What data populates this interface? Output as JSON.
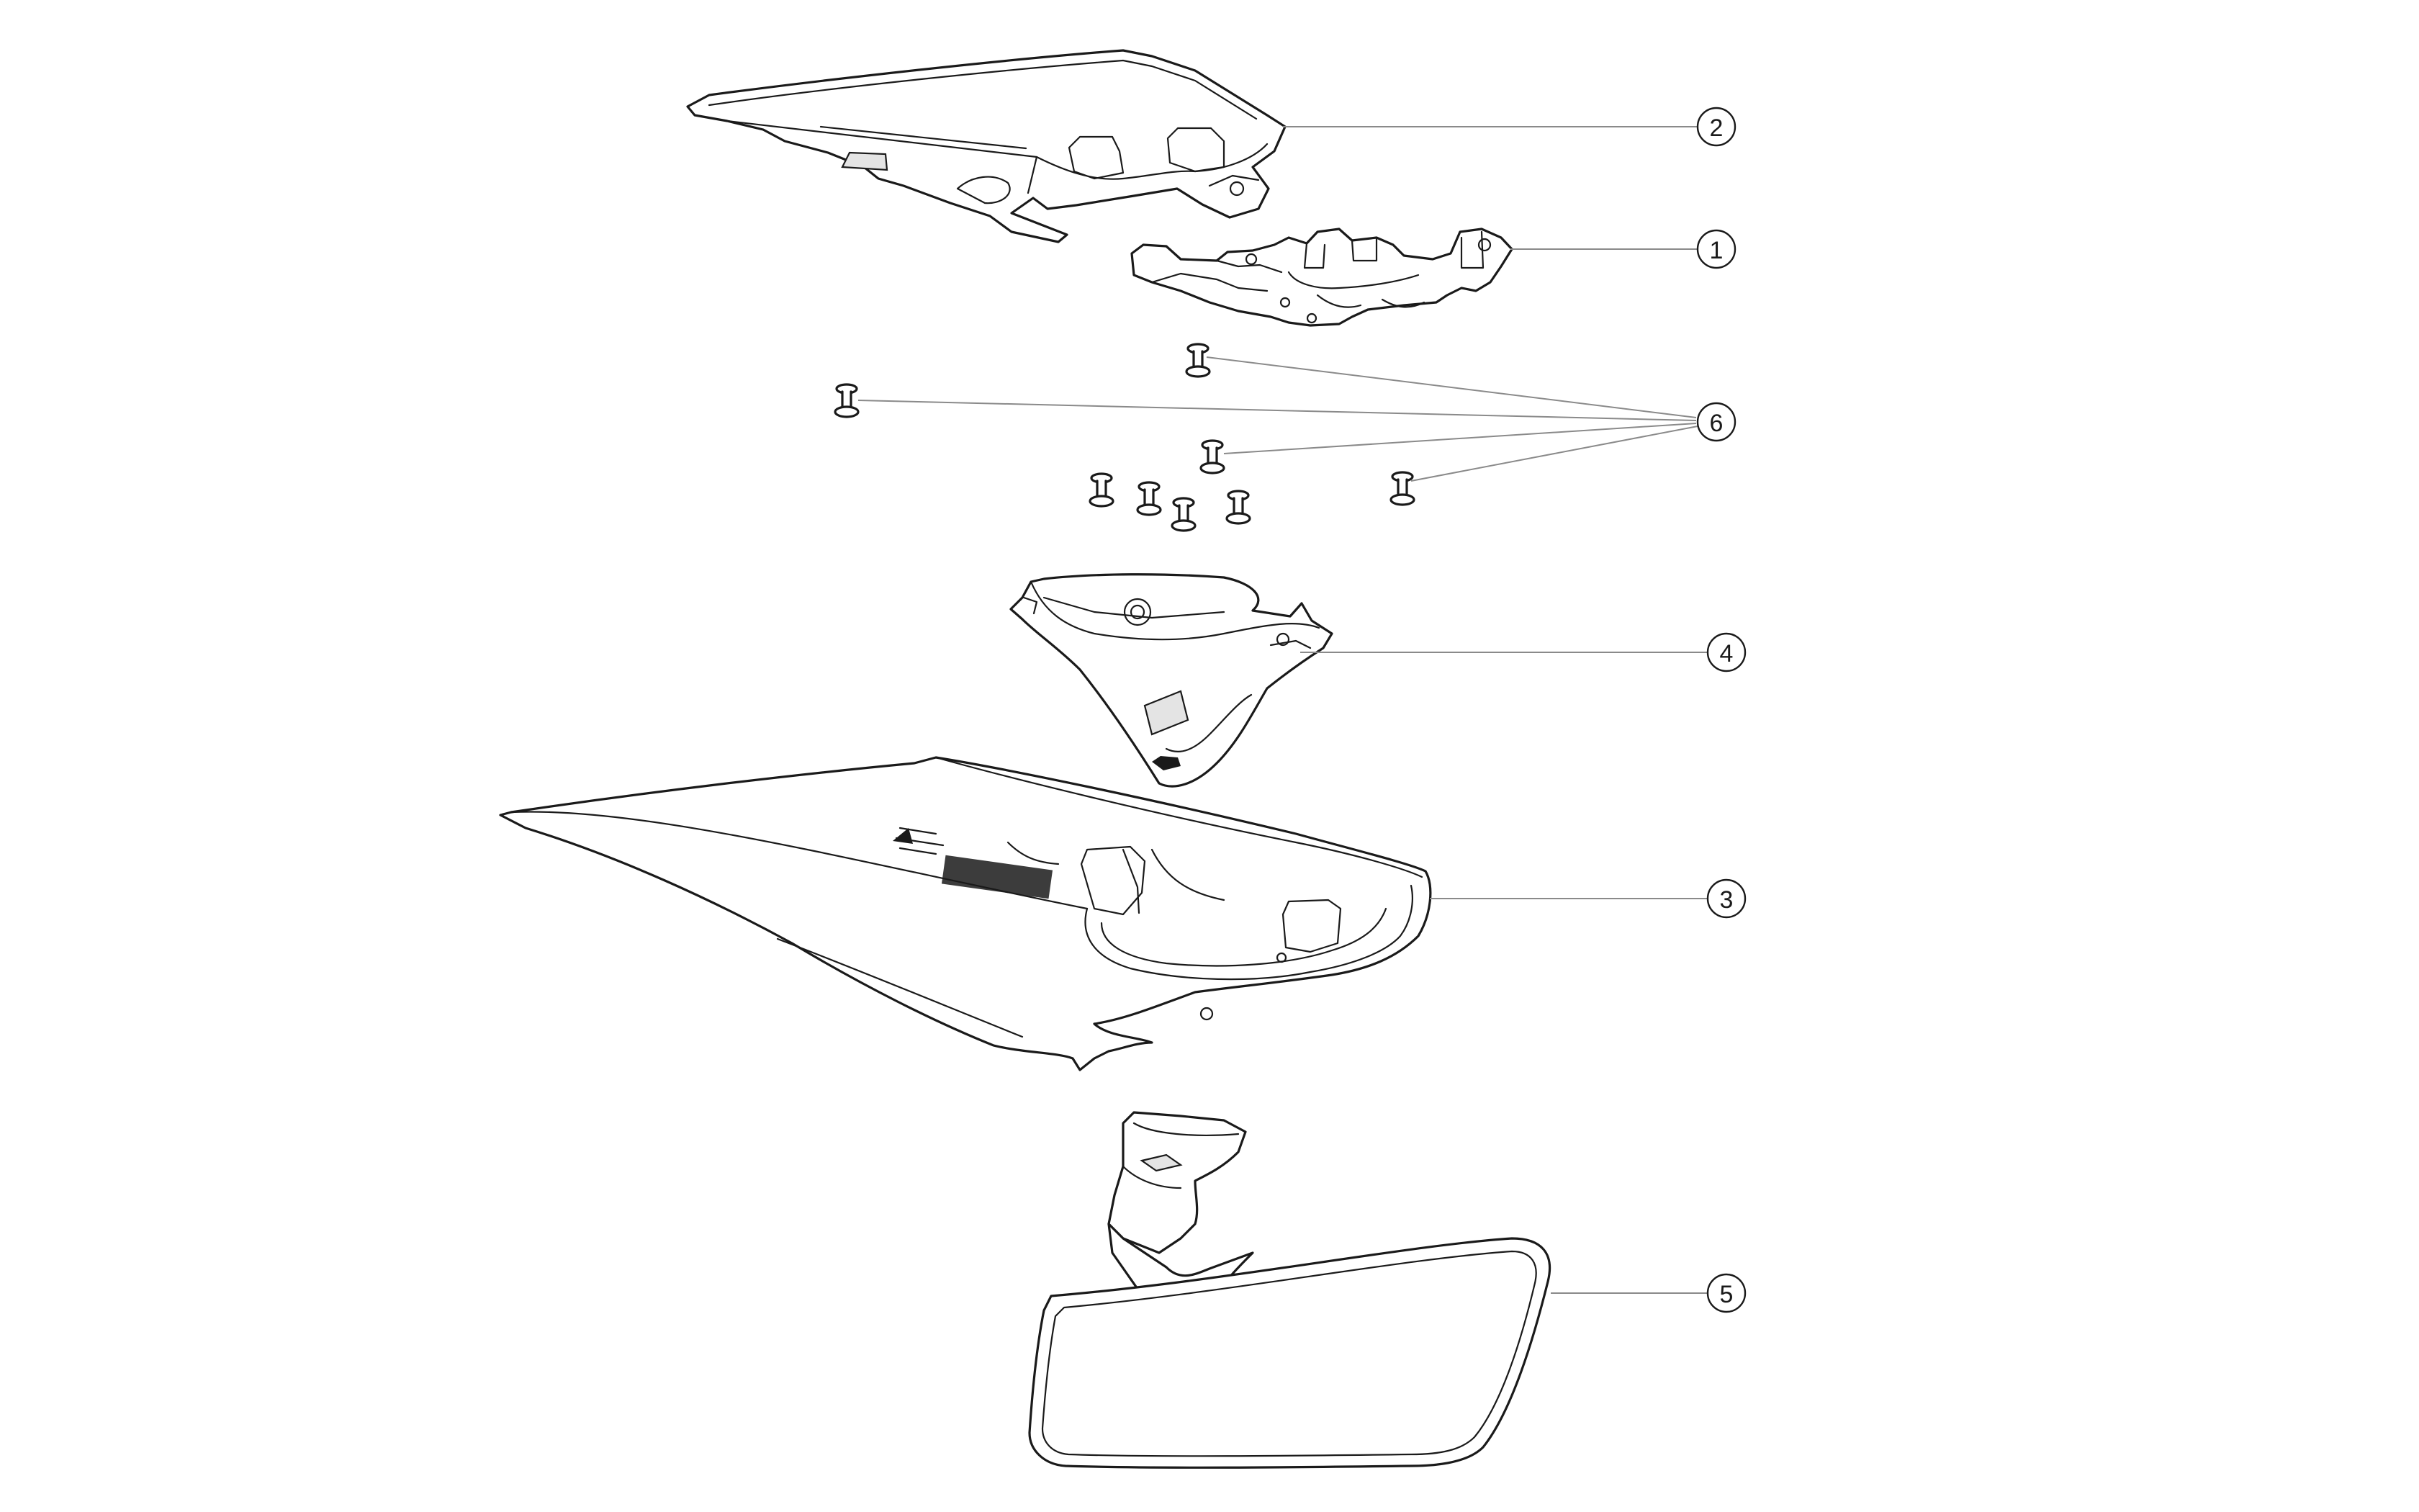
{
  "callouts": [
    {
      "id": "callout-1",
      "label": "1"
    },
    {
      "id": "callout-2",
      "label": "2"
    },
    {
      "id": "callout-3",
      "label": "3"
    },
    {
      "id": "callout-4",
      "label": "4"
    },
    {
      "id": "callout-5",
      "label": "5"
    },
    {
      "id": "callout-6",
      "label": "6"
    }
  ],
  "colors": {
    "line": "#1a1a1a",
    "leader": "#8a8a8a",
    "background": "#ffffff"
  }
}
